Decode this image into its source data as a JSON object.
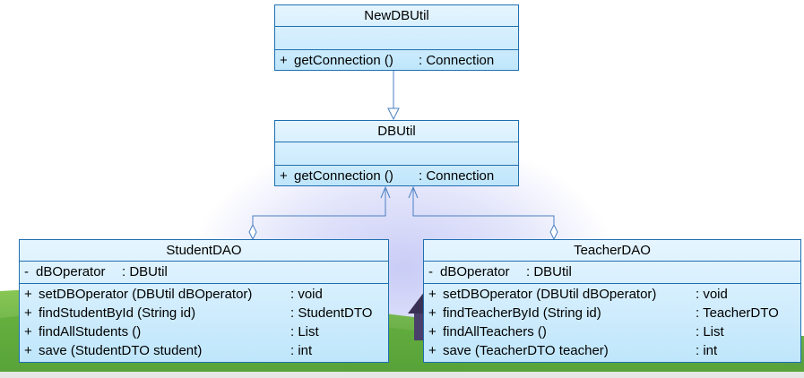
{
  "colors": {
    "box_border": "#1f6fb0",
    "box_fill_top": "#e6f5ff",
    "box_fill_bottom": "#bfe6fb",
    "line": "#4a7fc1"
  },
  "classes": {
    "newdbutil": {
      "name": "NewDBUtil",
      "attributes": [],
      "operations": [
        {
          "visibility": "+",
          "signature": "getConnection ()",
          "type": ": Connection"
        }
      ]
    },
    "dbutil": {
      "name": "DBUtil",
      "attributes": [],
      "operations": [
        {
          "visibility": "+",
          "signature": "getConnection ()",
          "type": ": Connection"
        }
      ]
    },
    "studentdao": {
      "name": "StudentDAO",
      "attributes": [
        {
          "visibility": "-",
          "signature": "dBOperator",
          "type": ": DBUtil"
        }
      ],
      "operations": [
        {
          "visibility": "+",
          "signature": "setDBOperator (DBUtil dBOperator)",
          "type": ": void"
        },
        {
          "visibility": "+",
          "signature": "findStudentById (String id)",
          "type": ": StudentDTO"
        },
        {
          "visibility": "+",
          "signature": "findAllStudents ()",
          "type": ": List"
        },
        {
          "visibility": "+",
          "signature": "save (StudentDTO student)",
          "type": ": int"
        }
      ]
    },
    "teacherdao": {
      "name": "TeacherDAO",
      "attributes": [
        {
          "visibility": "-",
          "signature": "dBOperator",
          "type": ": DBUtil"
        }
      ],
      "operations": [
        {
          "visibility": "+",
          "signature": "setDBOperator (DBUtil dBOperator)",
          "type": ": void"
        },
        {
          "visibility": "+",
          "signature": "findTeacherById (String id)",
          "type": ": TeacherDTO"
        },
        {
          "visibility": "+",
          "signature": "findAllTeachers ()",
          "type": ": List"
        },
        {
          "visibility": "+",
          "signature": "save (TeacherDTO teacher)",
          "type": ": int"
        }
      ]
    }
  }
}
